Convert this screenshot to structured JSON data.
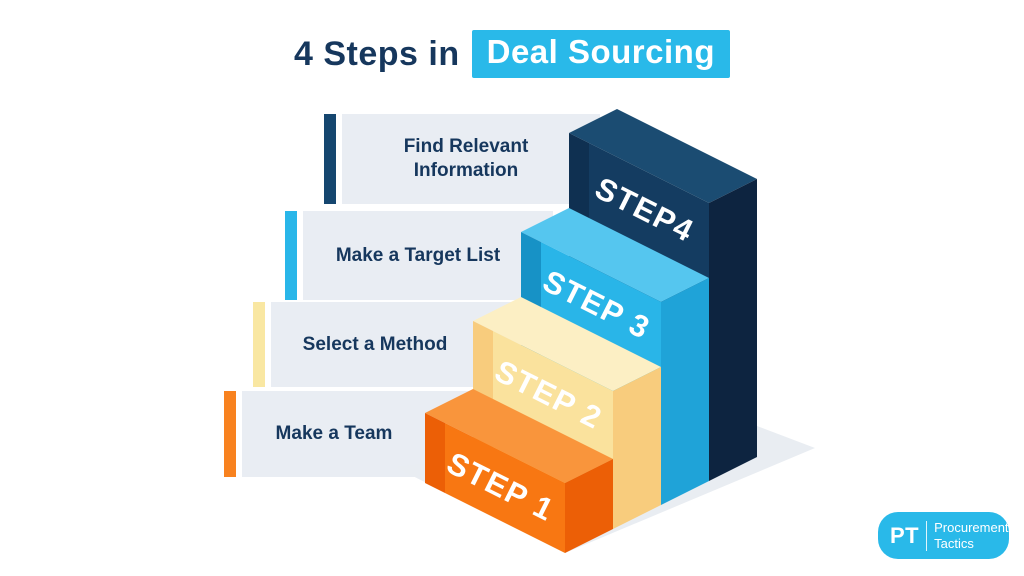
{
  "title": {
    "prefix": "4 Steps in",
    "highlight": "Deal Sourcing"
  },
  "steps": [
    {
      "number": "STEP 1",
      "label": "Make a Team",
      "accent": "#F8821F",
      "faces": {
        "top": "#F9953C",
        "front": "#F87712",
        "side": "#EC5F06",
        "bevel": "#EC5F06"
      }
    },
    {
      "number": "STEP 2",
      "label": "Select a Method",
      "accent": "#F9E7A2",
      "faces": {
        "top": "#FCEFC4",
        "front": "#FAE29D",
        "side": "#F8CC7D",
        "bevel": "#F8CC7D"
      }
    },
    {
      "number": "STEP 3",
      "label": "Make a Target List",
      "accent": "#29B6E9",
      "faces": {
        "top": "#55C6EF",
        "front": "#29B5E8",
        "side": "#1FA3D8",
        "bevel": "#1792C6"
      }
    },
    {
      "number": "STEP4",
      "label": "Find Relevant Information",
      "accent": "#15466F",
      "faces": {
        "top": "#1B4C72",
        "front": "#143C61",
        "side": "#0D2440",
        "bevel": "#0F3051"
      }
    }
  ],
  "colors": {
    "title_text": "#16375D",
    "highlight_bg": "#29B9E9",
    "panel_bg": "#E9EDF3",
    "label_text": "#16375D",
    "ground_shadow": "#E9EDF2",
    "logo_bg": "#29B9E9"
  },
  "logo": {
    "initials": "PT",
    "name_line1": "Procurement",
    "name_line2": "Tactics"
  }
}
